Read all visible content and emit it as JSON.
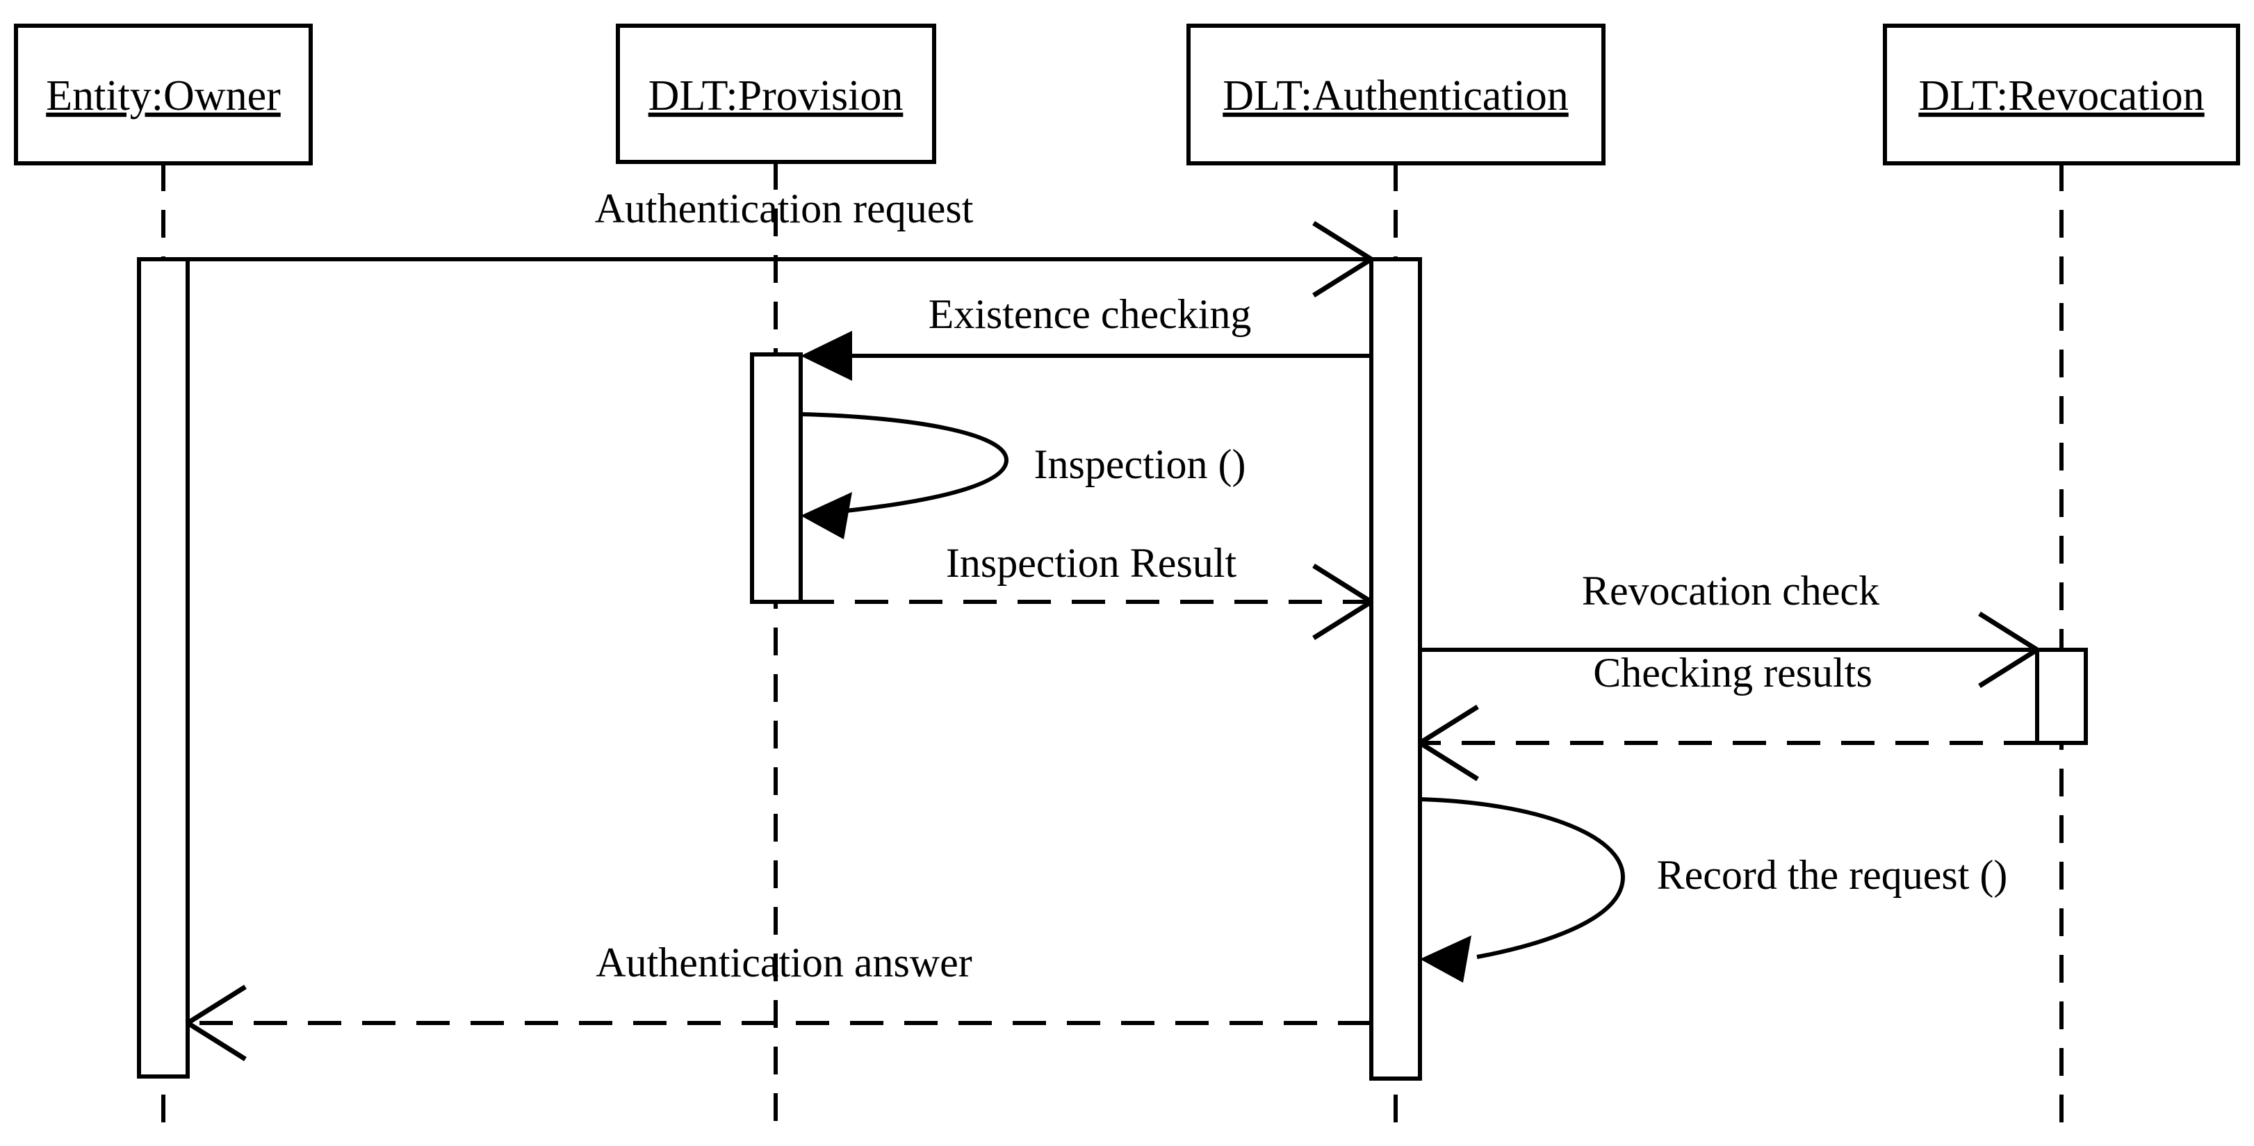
{
  "diagram": {
    "type": "uml-sequence-diagram",
    "colors": {
      "ink": "#000000",
      "background": "#ffffff"
    },
    "lifelines": [
      {
        "name": "Entity:Owner"
      },
      {
        "name": "DLT:Provision"
      },
      {
        "name": "DLT:Authentication"
      },
      {
        "name": "DLT:Revocation"
      }
    ],
    "messages": [
      {
        "label": "Authentication request",
        "from": "Entity:Owner",
        "to": "DLT:Authentication",
        "line": "solid",
        "arrowhead": "open"
      },
      {
        "label": "Existence checking",
        "from": "DLT:Authentication",
        "to": "DLT:Provision",
        "line": "solid",
        "arrowhead": "filled"
      },
      {
        "label": "Inspection ()",
        "from": "DLT:Provision",
        "to": "DLT:Provision",
        "line": "solid",
        "arrowhead": "filled",
        "self_message": true
      },
      {
        "label": "Inspection Result",
        "from": "DLT:Provision",
        "to": "DLT:Authentication",
        "line": "dashed",
        "arrowhead": "open"
      },
      {
        "label": "Revocation check",
        "from": "DLT:Authentication",
        "to": "DLT:Revocation",
        "line": "solid",
        "arrowhead": "open"
      },
      {
        "label": "Checking results",
        "from": "DLT:Revocation",
        "to": "DLT:Authentication",
        "line": "dashed",
        "arrowhead": "open"
      },
      {
        "label": "Record the request ()",
        "from": "DLT:Authentication",
        "to": "DLT:Authentication",
        "line": "solid",
        "arrowhead": "filled",
        "self_message": true
      },
      {
        "label": "Authentication answer",
        "from": "DLT:Authentication",
        "to": "Entity:Owner",
        "line": "dashed",
        "arrowhead": "open"
      }
    ]
  }
}
